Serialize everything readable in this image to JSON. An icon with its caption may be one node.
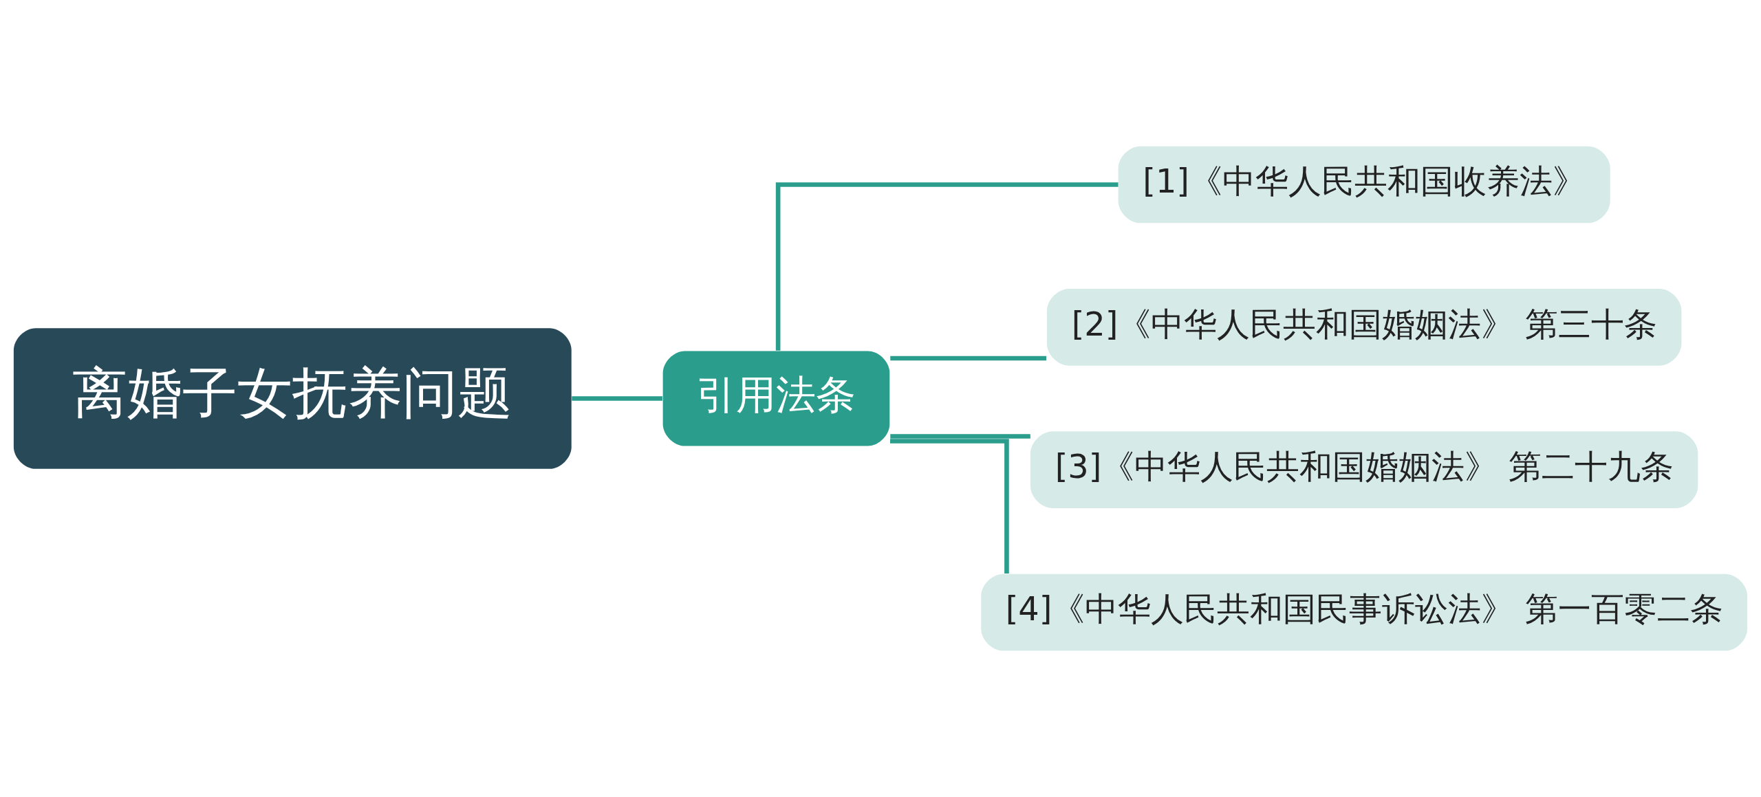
{
  "diagram": {
    "nodes": [
      {
        "text": [
          "离婚子女抚养问题"
        ]
      },
      {
        "text": [
          "引用法条"
        ]
      },
      {
        "text": [
          "[1]《中华人民共和国收养法》"
        ]
      },
      {
        "text": [
          "[2]《中华人民共和国婚姻法》 第三十条"
        ]
      },
      {
        "text": [
          "[3]《中华人民共和国婚姻法》 第二十九条"
        ]
      },
      {
        "text": [
          "[4]《中华人民共和国民事诉讼法》 第一百零二条"
        ]
      }
    ],
    "edges": [
      {
        "from": 0,
        "to": 1,
        "arrow": "none"
      },
      {
        "from": 1,
        "to": 2,
        "arrow": "none"
      },
      {
        "from": 1,
        "to": 3,
        "arrow": "none"
      },
      {
        "from": 1,
        "to": 4,
        "arrow": "none"
      },
      {
        "from": 1,
        "to": 5,
        "arrow": "none"
      }
    ]
  }
}
